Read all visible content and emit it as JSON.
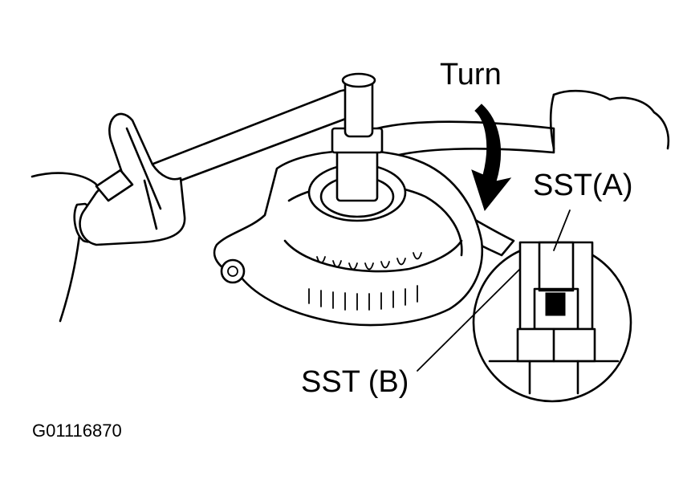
{
  "figure": {
    "labels": {
      "turn": "Turn",
      "sst_a": "SST(A)",
      "sst_b": "SST (B)"
    },
    "figure_code": "G01116870"
  },
  "colors": {
    "ink": "#000000",
    "paper": "#ffffff"
  },
  "icons": {
    "turn_arrow": "curved-arrow-icon"
  }
}
